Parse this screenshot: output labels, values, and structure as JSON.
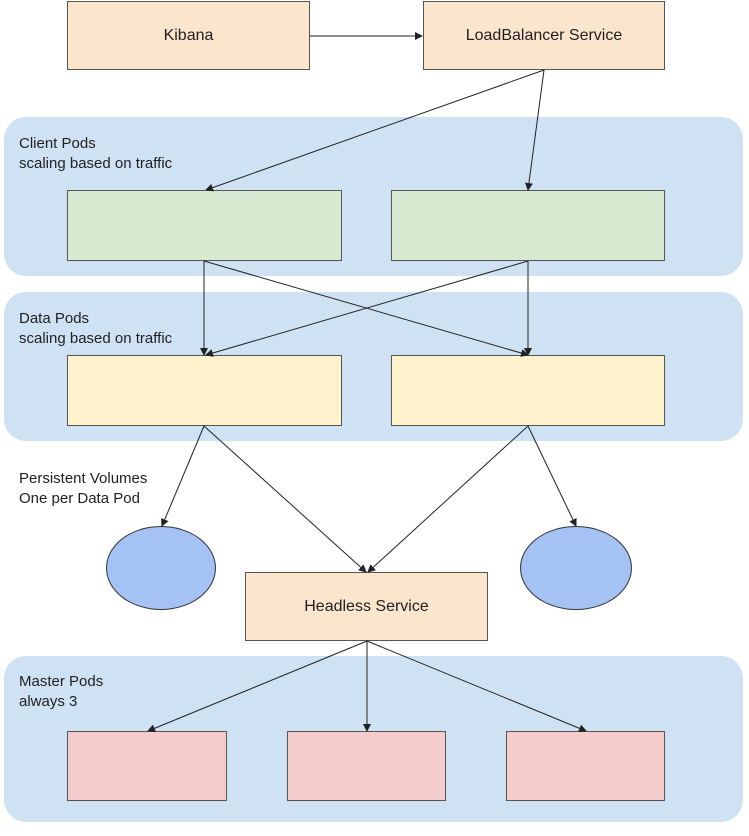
{
  "nodes": {
    "kibana": "Kibana",
    "loadbalancer": "LoadBalancer Service",
    "headless": "Headless Service"
  },
  "groups": {
    "client": {
      "title": "Client Pods",
      "subtitle": "scaling based on traffic"
    },
    "data": {
      "title": "Data Pods",
      "subtitle": "scaling based on traffic"
    },
    "master": {
      "title": "Master Pods",
      "subtitle": "always 3"
    }
  },
  "volumes": {
    "title": "Persistent Volumes",
    "subtitle": "One per Data Pod"
  },
  "colors": {
    "group_bg": "#cfe2f3",
    "service": "#fce5cd",
    "client_pod": "#d9ead3",
    "data_pod": "#fff2cc",
    "master_pod": "#f4cccc",
    "volume": "#a4c2f4"
  }
}
